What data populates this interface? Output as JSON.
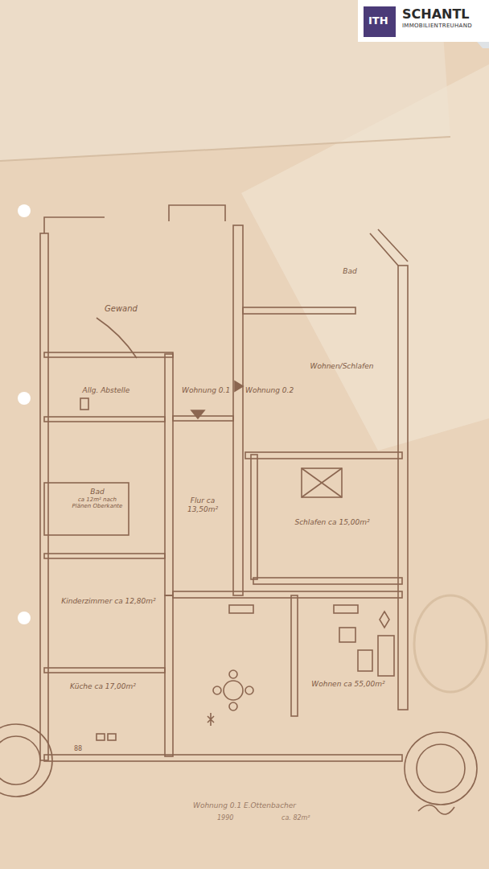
{
  "diagram": {
    "nodes": [
      {
        "text": [
          "Bad"
        ]
      },
      {
        "text": [
          "Wohnen/Schlafen"
        ]
      },
      {
        "text": [
          "Allg. Abstelle"
        ]
      },
      {
        "text": [
          "Flur ca 13,50m²"
        ]
      },
      {
        "text": [
          "Bad",
          "ca 12m² nach Plänen Oberkante"
        ]
      },
      {
        "text": [
          "Schlafen ca 15,00m²"
        ]
      },
      {
        "text": [
          "Kinderzimmer ca 12,80m²"
        ]
      },
      {
        "text": [
          "Küche ca 17,00m²"
        ]
      },
      {
        "text": [
          "Wohnen ca 55,00m²"
        ]
      }
    ],
    "labels": [
      "SCHANTL",
      "IMMOBILIENTREUHAND",
      "ITH",
      "Gewand",
      "Wohnung 0.1",
      "Wohnung 0.2",
      "Wohnung 0.1 E.Ottenbacher",
      "1990",
      "ca. 82m²",
      "88"
    ]
  }
}
